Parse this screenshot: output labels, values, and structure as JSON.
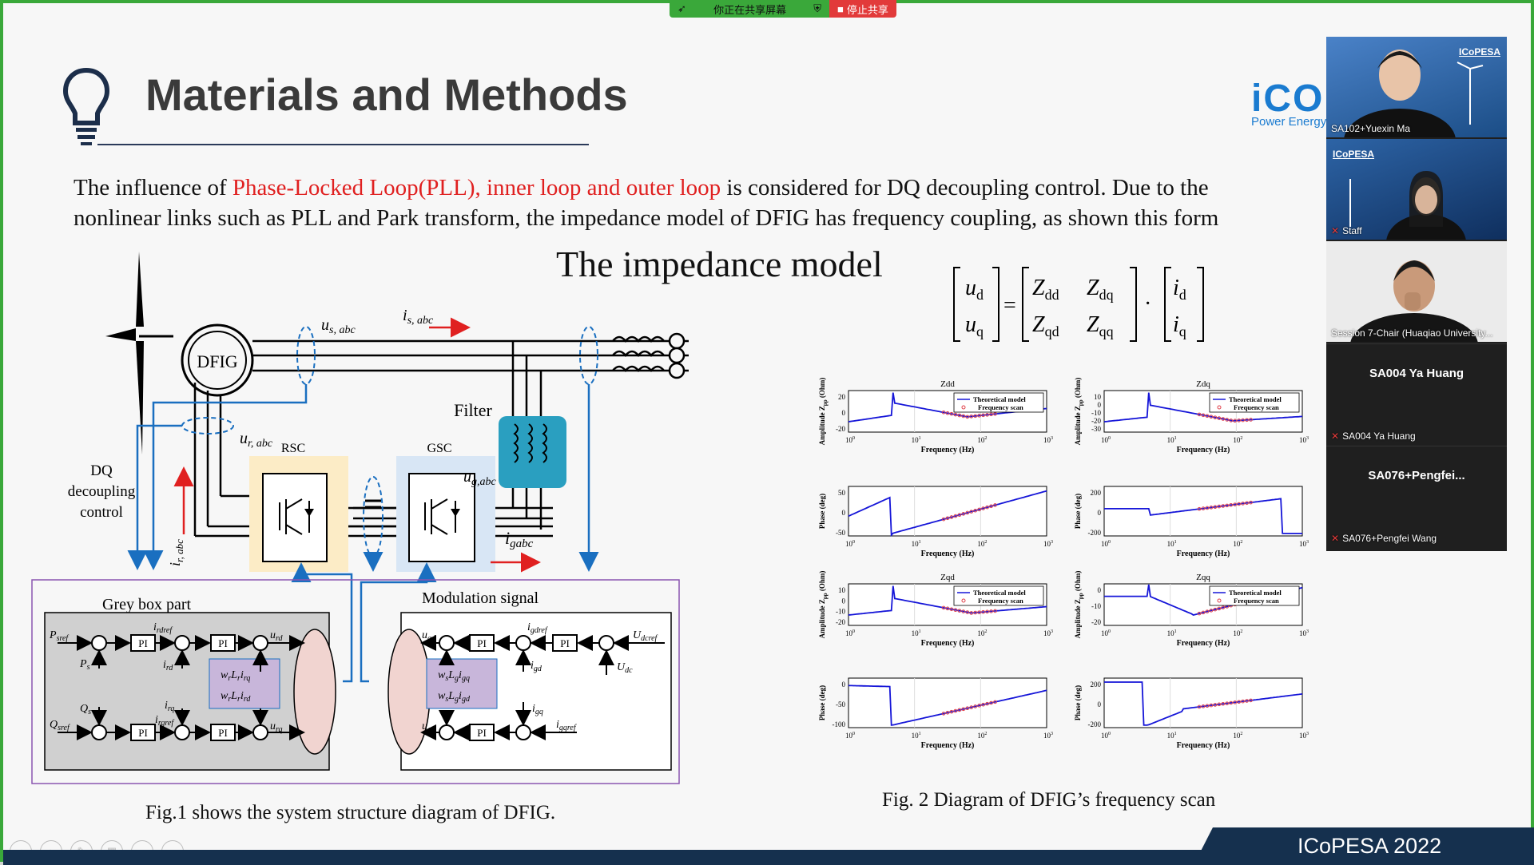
{
  "share_bar": {
    "sharing_text": "你正在共享屏幕",
    "stop_text": "停止共享"
  },
  "slide": {
    "title": "Materials and Methods",
    "logo": {
      "brand": "iCO",
      "subtitle": "Power Energy"
    },
    "paragraph": {
      "line1_a": "The influence of ",
      "line1_red": "Phase-Locked Loop(PLL), inner loop and outer loop",
      "line1_b": " is considered for DQ decoupling control. Due to the",
      "line2": "nonlinear links such as PLL and Park transform, the impedance model of DFIG has frequency coupling, as shown this form"
    },
    "impedance_title": "The impedance model",
    "fig1_caption": "Fig.1 shows the system structure diagram of DFIG.",
    "fig2_caption": "Fig. 2  Diagram of DFIG’s frequency scan",
    "footer": "ICoPESA 2022",
    "diagram": {
      "dfig": "DFIG",
      "us": "u",
      "us_sub": "s, abc",
      "is": "i",
      "is_sub": "s, abc",
      "ur": "u",
      "ur_sub": "r, abc",
      "ir": "i",
      "ir_sub": "r, abc",
      "rsc": "RSC",
      "gsc": "GSC",
      "filter": "Filter",
      "ug": "u",
      "ug_sub": "g,abc",
      "ig": "i",
      "ig_sub": "gabc",
      "dq_line1": "DQ",
      "dq_line2": "decoupling",
      "dq_line3": "control",
      "grey_box": "Grey box part",
      "modulation": "Modulation signal",
      "pi": "PI",
      "psref": "P",
      "psref_sub": "sref",
      "ps": "P",
      "ps_sub": "s",
      "qs": "Q",
      "qs_sub": "s",
      "qsref": "Q",
      "qsref_sub": "sref",
      "irdref": "i",
      "irdref_sub": "rdref",
      "ird": "i",
      "ird_sub": "rd",
      "irq": "i",
      "irq_sub": "rq",
      "irqref": "i",
      "irqref_sub": "rqref",
      "urd": "u",
      "urd_sub": "rd",
      "urq": "u",
      "urq_sub": "rq",
      "wr1": "w",
      "wr1_rest": "L",
      "wr1_i": "i",
      "wr1_sub1": "r",
      "wr1_sub2": "r",
      "wr1_sub3": "rq",
      "wr2_sub3": "rd",
      "ugd": "u",
      "ugd_sub": "gd",
      "ugq": "u",
      "ugq_sub": "gq",
      "igdref": "i",
      "igdref_sub": "gdref",
      "igd": "i",
      "igd_sub": "gd",
      "igq": "i",
      "igq_sub": "gq",
      "igqref": "i",
      "igqref_sub": "gqref",
      "udcref": "U",
      "udcref_sub": "dcref",
      "udc": "U",
      "udc_sub": "dc",
      "wg1_sub3": "gq",
      "wg2_sub3": "gd",
      "wg_sub1": "s",
      "wg_sub2": "g"
    },
    "equation": {
      "ud": "u",
      "ud_sub": "d",
      "uq": "u",
      "uq_sub": "q",
      "zdd": "Z",
      "zdd_sub": "dd",
      "zdq": "Z",
      "zdq_sub": "dq",
      "zqd": "Z",
      "zqd_sub": "qd",
      "zqq": "Z",
      "zqq_sub": "qq",
      "id": "i",
      "id_sub": "d",
      "iq": "i",
      "iq_sub": "q",
      "eq": "=",
      "dot": "·"
    },
    "chart_data": {
      "type": "line",
      "panels": [
        {
          "title": "Zdd",
          "ylabel": "Amplitude Z",
          "ylabel_sub": "pp",
          "ylabel_unit": " (Ohm)",
          "yticks": [
            "20",
            "0",
            "-20"
          ],
          "xticks": [
            "10",
            "10",
            "10",
            "10"
          ],
          "xexp": [
            "0",
            "1",
            "2",
            "3"
          ],
          "xlabel": "Frequency (Hz)",
          "legend": [
            "Theoretical model",
            "Frequency scan"
          ]
        },
        {
          "title": "Zdq",
          "ylabel": "Amplitude Z",
          "ylabel_sub": "pp",
          "ylabel_unit": " (Ohm)",
          "yticks": [
            "10",
            "0",
            "-10",
            "-20",
            "-30"
          ],
          "xticks": [
            "10",
            "10",
            "10",
            "10"
          ],
          "xexp": [
            "0",
            "1",
            "2",
            "3"
          ],
          "xlabel": "Frequency (Hz)",
          "legend": [
            "Theoretical model",
            "Frequency scan"
          ]
        },
        {
          "title": "",
          "ylabel": "Phase (deg)",
          "yticks": [
            "50",
            "0",
            "-50"
          ],
          "xticks": [
            "10",
            "10",
            "10",
            "10"
          ],
          "xexp": [
            "0",
            "1",
            "2",
            "3"
          ],
          "xlabel": "Frequency (Hz)"
        },
        {
          "title": "",
          "ylabel": "Phase (deg)",
          "yticks": [
            "200",
            "0",
            "-200"
          ],
          "xticks": [
            "10",
            "10",
            "10",
            "10"
          ],
          "xexp": [
            "0",
            "1",
            "2",
            "3"
          ],
          "xlabel": "Frequency (Hz)"
        },
        {
          "title": "Zqd",
          "ylabel": "Amplitude Z",
          "ylabel_sub": "pp",
          "ylabel_unit": " (Ohm)",
          "yticks": [
            "10",
            "0",
            "-10",
            "-20"
          ],
          "xticks": [
            "10",
            "10",
            "10",
            "10"
          ],
          "xexp": [
            "0",
            "1",
            "2",
            "3"
          ],
          "xlabel": "Frequency (Hz)",
          "legend": [
            "Theoretical model",
            "Frequency scan"
          ]
        },
        {
          "title": "Zqq",
          "ylabel": "Amplitude Z",
          "ylabel_sub": "pp",
          "ylabel_unit": " (Ohm)",
          "yticks": [
            "0",
            "-10",
            "-20"
          ],
          "xticks": [
            "10",
            "10",
            "10",
            "10"
          ],
          "xexp": [
            "0",
            "1",
            "2",
            "3"
          ],
          "xlabel": "Frequency (Hz)",
          "legend": [
            "Theoretical model",
            "Frequency scan"
          ]
        },
        {
          "title": "",
          "ylabel": "Phase (deg)",
          "yticks": [
            "0",
            "-50",
            "-100"
          ],
          "xticks": [
            "10",
            "10",
            "10",
            "10"
          ],
          "xexp": [
            "0",
            "1",
            "2",
            "3"
          ],
          "xlabel": "Frequency (Hz)"
        },
        {
          "title": "",
          "ylabel": "Phase (deg)",
          "yticks": [
            "200",
            "0",
            "-200"
          ],
          "xticks": [
            "10",
            "10",
            "10",
            "10"
          ],
          "xexp": [
            "0",
            "1",
            "2",
            "3"
          ],
          "xlabel": "Frequency (Hz)"
        }
      ],
      "series_colors": {
        "theoretical": "#1515d8",
        "scan": "#e0404a"
      }
    }
  },
  "participants": [
    {
      "name": "SA102+Yuexin Ma",
      "video": true,
      "brand": "ICoPESA"
    },
    {
      "name": "Staff",
      "video": true,
      "brand": "ICoPESA",
      "muted": true
    },
    {
      "name": "Session 7-Chair (Huaqiao University...",
      "video": true
    },
    {
      "display": "SA004 Ya Huang",
      "name": "SA004 Ya Huang",
      "muted": true
    },
    {
      "display": "SA076+Pengfei...",
      "name": "SA076+Pengfei Wang",
      "muted": true
    }
  ]
}
